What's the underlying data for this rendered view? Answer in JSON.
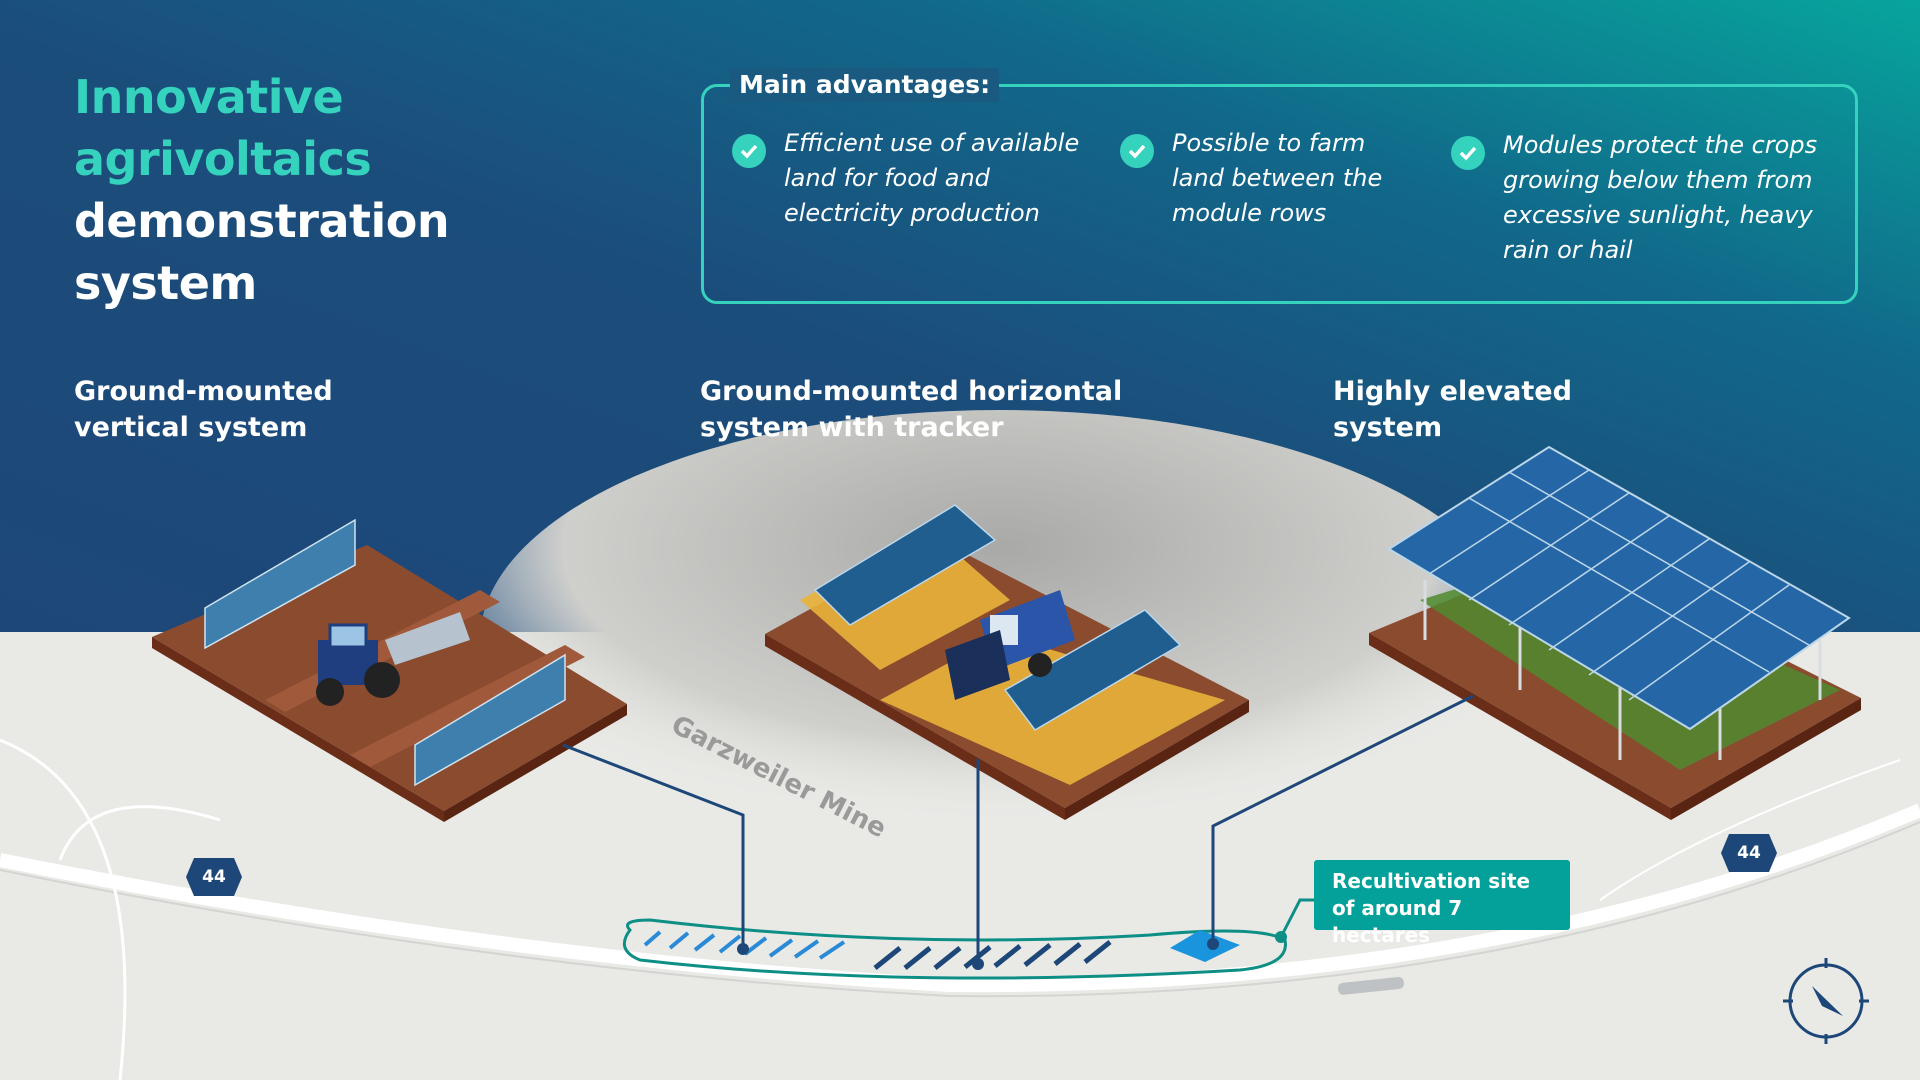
{
  "title": {
    "line1": "Innovative",
    "line2": "agrivoltaics",
    "line3": "demonstration",
    "line4": "system"
  },
  "advantages": {
    "heading": "Main advantages:",
    "items": [
      {
        "icon": "check-circle-icon",
        "text": "Efficient use of available land for food and electricity production"
      },
      {
        "icon": "check-circle-icon",
        "text": "Possible to farm land between the module rows"
      },
      {
        "icon": "check-circle-icon",
        "text": "Modules protect the crops growing below them from excessive sunlight, heavy rain or hail"
      }
    ]
  },
  "systems": [
    {
      "name": "Ground-mounted vertical system"
    },
    {
      "name": "Ground-mounted horizontal system with tracker"
    },
    {
      "name": "Highly elevated system"
    }
  ],
  "map": {
    "mine_label": "Garzweiler Mine",
    "road_number_left": "44",
    "road_number_right": "44",
    "site_label": "Recultivation site of around 7 hectares",
    "compass_icon": "compass-icon"
  },
  "colors": {
    "accent": "#35d3bd",
    "navy": "#1d4778",
    "teal_label": "#03a19a",
    "soil": "#7a3a22",
    "panel": "#1f5e8f",
    "wheat": "#e8b23a"
  }
}
